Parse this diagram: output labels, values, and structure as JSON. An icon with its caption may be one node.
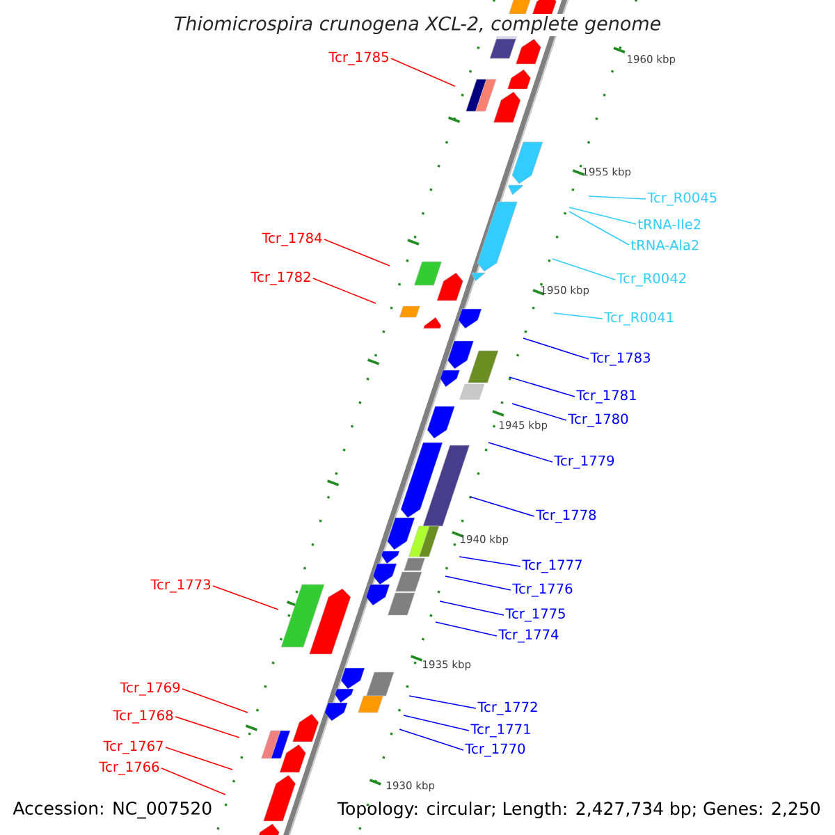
{
  "diagram": {
    "title": "Thiomicrospira crunogena XCL-2, complete genome",
    "nodes": [
      {
        "text": [
          "Tcr_1785"
        ]
      },
      {
        "text": [
          "Tcr_1784"
        ]
      },
      {
        "text": [
          "Tcr_1782"
        ]
      },
      {
        "text": [
          "Tcr_1773"
        ]
      },
      {
        "text": [
          "Tcr_1769"
        ]
      },
      {
        "text": [
          "Tcr_1768"
        ]
      },
      {
        "text": [
          "Tcr_1767"
        ]
      },
      {
        "text": [
          "Tcr_1766"
        ]
      },
      {
        "text": [
          "Tcr_R0045"
        ]
      },
      {
        "text": [
          "tRNA-Ile2"
        ]
      },
      {
        "text": [
          "tRNA-Ala2"
        ]
      },
      {
        "text": [
          "Tcr_R0042"
        ]
      },
      {
        "text": [
          "Tcr_R0041"
        ]
      },
      {
        "text": [
          "Tcr_1783"
        ]
      },
      {
        "text": [
          "Tcr_1781"
        ]
      },
      {
        "text": [
          "Tcr_1780"
        ]
      },
      {
        "text": [
          "Tcr_1779"
        ]
      },
      {
        "text": [
          "Tcr_1778"
        ]
      },
      {
        "text": [
          "Tcr_1777"
        ]
      },
      {
        "text": [
          "Tcr_1776"
        ]
      },
      {
        "text": [
          "Tcr_1775"
        ]
      },
      {
        "text": [
          "Tcr_1774"
        ]
      },
      {
        "text": [
          "Tcr_1772"
        ]
      },
      {
        "text": [
          "Tcr_1771"
        ]
      },
      {
        "text": [
          "Tcr_1770"
        ]
      }
    ],
    "edges": [
      {
        "from": 0,
        "to": null,
        "arrow": "none",
        "color": "#ff0000"
      },
      {
        "from": 1,
        "to": null,
        "arrow": "none",
        "color": "#ff0000"
      },
      {
        "from": 2,
        "to": null,
        "arrow": "none",
        "color": "#ff0000"
      },
      {
        "from": 3,
        "to": null,
        "arrow": "none",
        "color": "#ff0000"
      },
      {
        "from": 4,
        "to": null,
        "arrow": "none",
        "color": "#ff0000"
      },
      {
        "from": 5,
        "to": null,
        "arrow": "none",
        "color": "#ff0000"
      },
      {
        "from": 6,
        "to": null,
        "arrow": "none",
        "color": "#ff0000"
      },
      {
        "from": 7,
        "to": null,
        "arrow": "none",
        "color": "#ff0000"
      },
      {
        "from": 8,
        "to": null,
        "arrow": "none",
        "color": "#33ccff"
      },
      {
        "from": 9,
        "to": null,
        "arrow": "none",
        "color": "#33ccff"
      },
      {
        "from": 10,
        "to": null,
        "arrow": "none",
        "color": "#33ccff"
      },
      {
        "from": 11,
        "to": null,
        "arrow": "none",
        "color": "#33ccff"
      },
      {
        "from": 12,
        "to": null,
        "arrow": "none",
        "color": "#33ccff"
      },
      {
        "from": 13,
        "to": null,
        "arrow": "none"
      },
      {
        "from": 14,
        "to": null,
        "arrow": "none"
      },
      {
        "from": 15,
        "to": null,
        "arrow": "none"
      },
      {
        "from": 16,
        "to": null,
        "arrow": "none"
      },
      {
        "from": 17,
        "to": null,
        "arrow": "none"
      },
      {
        "from": 18,
        "to": null,
        "arrow": "none"
      },
      {
        "from": 19,
        "to": null,
        "arrow": "none"
      },
      {
        "from": 20,
        "to": null,
        "arrow": "none"
      },
      {
        "from": 21,
        "to": null,
        "arrow": "none"
      },
      {
        "from": 22,
        "to": null,
        "arrow": "none"
      },
      {
        "from": 23,
        "to": null,
        "arrow": "none"
      },
      {
        "from": 24,
        "to": null,
        "arrow": "none"
      }
    ],
    "labels": [
      "1960 kbp",
      "1955 kbp",
      "1950 kbp",
      "1945 kbp",
      "1940 kbp",
      "1935 kbp",
      "1930 kbp",
      "Accession: NC_007520",
      "Topology: circular; Length: 2,427,734 bp; Genes: 2,250"
    ]
  }
}
